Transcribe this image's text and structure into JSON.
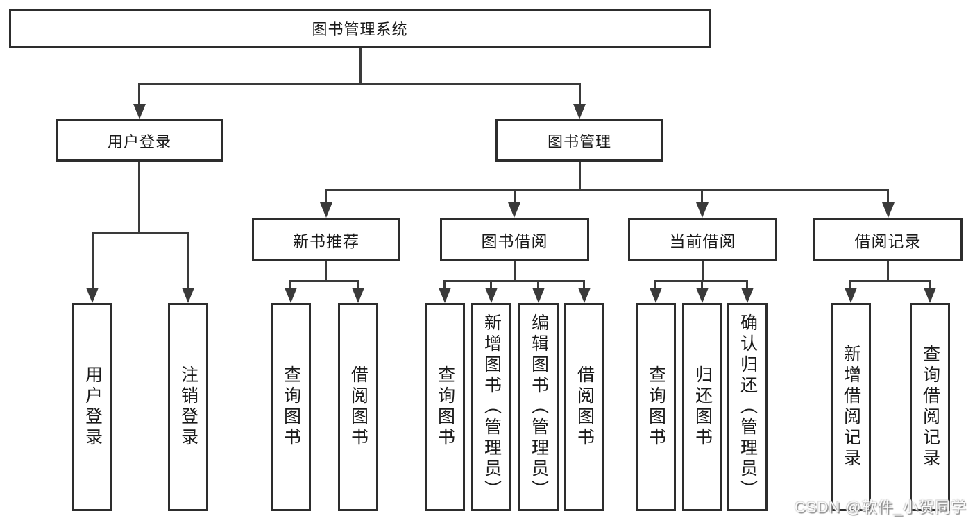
{
  "tree": {
    "root": "图书管理系统",
    "children": [
      {
        "label": "用户登录",
        "children": [
          {
            "label": "用户登录"
          },
          {
            "label": "注销登录"
          }
        ]
      },
      {
        "label": "图书管理",
        "children": [
          {
            "label": "新书推荐",
            "children": [
              {
                "label": "查询图书"
              },
              {
                "label": "借阅图书"
              }
            ]
          },
          {
            "label": "图书借阅",
            "children": [
              {
                "label": "查询图书"
              },
              {
                "label": "新增图书（管理员）"
              },
              {
                "label": "编辑图书（管理员）"
              },
              {
                "label": "借阅图书"
              }
            ]
          },
          {
            "label": "当前借阅",
            "children": [
              {
                "label": "查询图书"
              },
              {
                "label": "归还图书"
              },
              {
                "label": "确认归还（管理员）"
              }
            ]
          },
          {
            "label": "借阅记录",
            "children": [
              {
                "label": "新增借阅记录"
              },
              {
                "label": "查询借阅记录"
              }
            ]
          }
        ]
      }
    ]
  },
  "watermark": {
    "text": "CSDN @软件_小贺同学"
  }
}
